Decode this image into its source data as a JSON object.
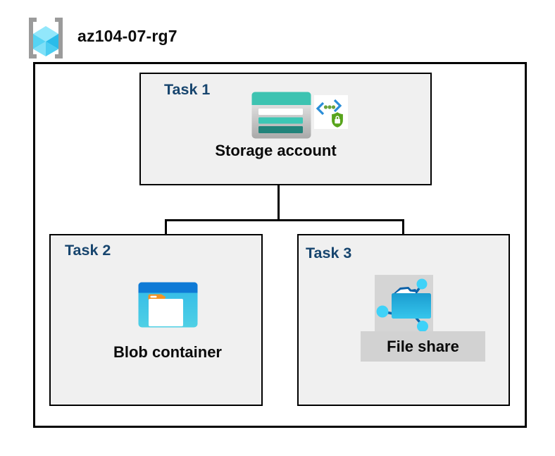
{
  "header": {
    "resource_group": "az104-07-rg7",
    "icon": "resource-group-icon"
  },
  "diagram": {
    "tasks": [
      {
        "label": "Task 1",
        "resource": "Storage account",
        "icons": [
          "storage-account-icon",
          "secure-access-icon"
        ]
      },
      {
        "label": "Task 2",
        "resource": "Blob container",
        "icons": [
          "blob-container-icon"
        ]
      },
      {
        "label": "Task 3",
        "resource": "File share",
        "icons": [
          "file-share-icon"
        ]
      }
    ],
    "connections": [
      {
        "from": "Storage account",
        "to": "Blob container"
      },
      {
        "from": "Storage account",
        "to": "File share"
      }
    ]
  },
  "colors": {
    "task_label": "#17456e",
    "box_fill": "#f0f0f0",
    "border": "#000000",
    "storage_teal": "#3dc3b1",
    "storage_teal_dark": "#21837a",
    "blob_blue_bar": "#0e7ad6",
    "blob_body": "#35bce8",
    "tab_orange": "#f59322",
    "shield_green": "#58a41c",
    "bracket_blue": "#2a8dd8",
    "fileshare_node": "#3fd2f8",
    "fileshare_line": "#0d65ab",
    "gray_square": "#d5d5d5",
    "gray_band": "#d2d2d2",
    "rg_bracket_gray": "#9b9b9b",
    "cube_cyan": "#4ccdf1"
  }
}
